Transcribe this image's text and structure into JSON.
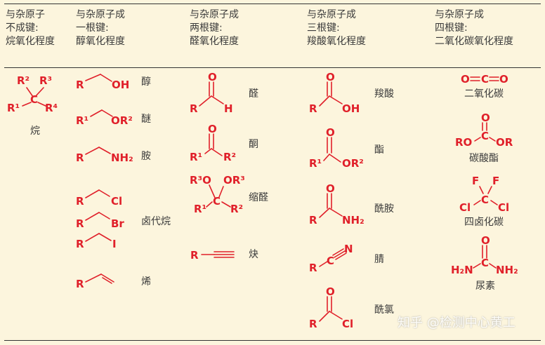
{
  "headers": [
    "与杂原子\n不成键:\n烷氧化程度",
    "与杂原子成\n一根键:\n醇氧化程度",
    "与杂原子成\n两根键:\n醛氧化程度",
    "与杂原子成\n三根键:\n羧酸氧化程度",
    "与杂原子成\n四根键:\n二氧化碳氧化程度"
  ],
  "labels": {
    "alkane": "烷",
    "alcohol": "醇",
    "ether": "醚",
    "amine": "胺",
    "haloalkane": "卤代烷",
    "alkene": "烯",
    "aldehyde": "醛",
    "ketone": "酮",
    "acetal": "缩醛",
    "alkyne": "炔",
    "acid": "羧酸",
    "ester": "酯",
    "amide": "酰胺",
    "nitrile": "腈",
    "acyl_chloride": "酰氯",
    "co2": "二氧化碳",
    "carbonate": "碳酸酯",
    "tetrahalide": "四卤化碳",
    "urea": "尿素"
  },
  "atoms": {
    "R": "R",
    "R1": "R¹",
    "R2": "R²",
    "R3": "R³",
    "R4": "R⁴",
    "C": "C",
    "O": "O",
    "H": "H",
    "N": "N",
    "F": "F",
    "OH": "OH",
    "OR2": "OR²",
    "NH2": "NH₂",
    "H2N": "H₂N",
    "Cl": "Cl",
    "Br": "Br",
    "I": "I",
    "RO": "RO",
    "OR": "OR",
    "R3O": "R³O",
    "OR3": "OR³"
  },
  "watermark": "知乎 @检测中心黄工",
  "colors": {
    "accent": "#e0202a",
    "text": "#3a3a3a",
    "background": "#fcf5dd"
  }
}
